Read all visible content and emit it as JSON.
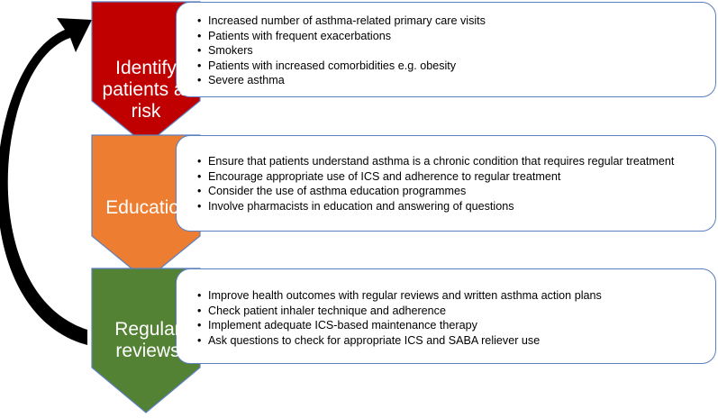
{
  "stages": [
    {
      "title_lines": [
        "Identify",
        "patients at",
        "risk"
      ],
      "color": "#c00000",
      "items": [
        "Increased number of asthma-related primary care visits",
        "Patients with frequent exacerbations",
        "Smokers",
        "Patients with increased comorbidities e.g. obesity",
        "Severe asthma"
      ]
    },
    {
      "title_lines": [
        "Education"
      ],
      "color": "#ed7d31",
      "items": [
        "Ensure that patients understand asthma is a chronic condition that requires regular treatment",
        "Encourage appropriate use of ICS and adherence to regular treatment",
        "Consider the use of asthma education programmes",
        "Involve pharmacists in education and answering of questions"
      ]
    },
    {
      "title_lines": [
        "Regular",
        "reviews"
      ],
      "color": "#548235",
      "items": [
        "Improve health outcomes with regular reviews and written asthma action plans",
        "Check patient inhaler technique and adherence",
        "Implement adequate ICS-based maintenance therapy",
        "Ask questions to check for appropriate ICS and SABA reliever use"
      ]
    }
  ],
  "colors": {
    "box_border": "#5b7fbf",
    "chevron_border": "#5b7fbf",
    "cycle_arrow": "#000000"
  },
  "icons": {
    "cycle_arrow": "curved-return-arrow"
  }
}
